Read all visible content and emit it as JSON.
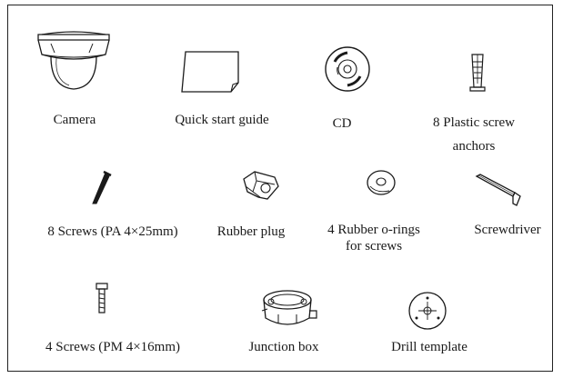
{
  "items": {
    "camera": "Camera",
    "quick_start_guide": "Quick start guide",
    "cd": "CD",
    "plastic_anchors_line1": "8 Plastic screw",
    "plastic_anchors_line2": "anchors",
    "screws_pa": "8 Screws (PA 4×25mm)",
    "rubber_plug": "Rubber plug",
    "rubber_orings_line1": "4 Rubber o-rings",
    "rubber_orings_line2": "for screws",
    "screwdriver": "Screwdriver",
    "screws_pm": "4 Screws (PM 4×16mm)",
    "junction_box": "Junction box",
    "drill_template": "Drill template"
  },
  "icons": {
    "camera": "dome-camera-icon",
    "guide": "paper-sheet-icon",
    "cd": "disc-icon",
    "anchor": "plastic-anchor-icon",
    "screw": "screw-icon",
    "plug": "rubber-plug-icon",
    "oring": "o-ring-icon",
    "screwdriver": "hex-key-icon",
    "bolt": "bolt-icon",
    "junction": "junction-box-icon",
    "template": "drill-template-icon"
  },
  "colors": {
    "stroke": "#1a1a1a",
    "text": "#1a1a1a",
    "background": "#ffffff"
  }
}
